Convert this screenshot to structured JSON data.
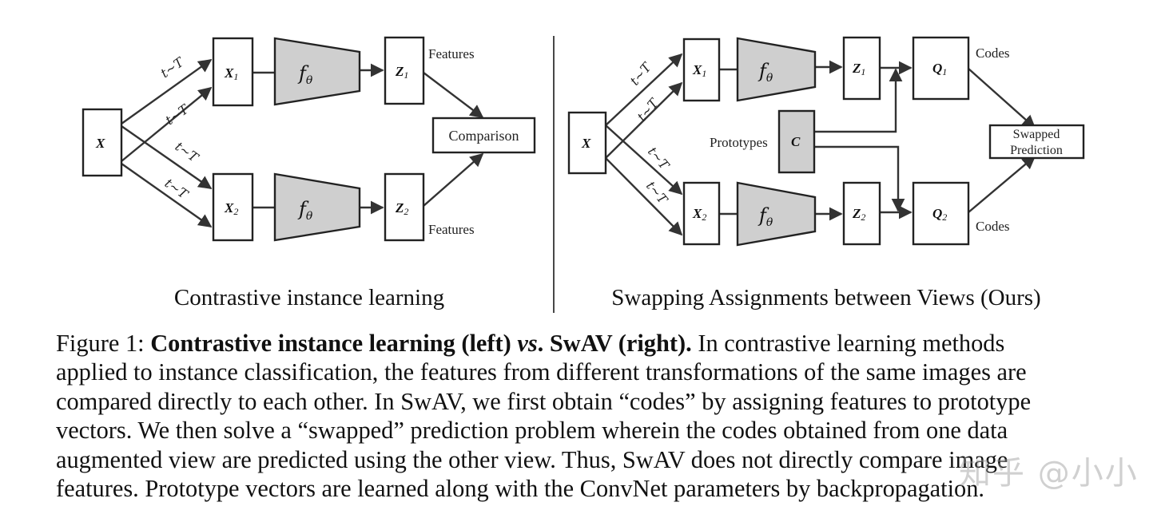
{
  "left_panel": {
    "title": "Contrastive instance learning",
    "input_label": "X",
    "view1_label": "X",
    "view1_sub": "1",
    "view2_label": "X",
    "view2_sub": "2",
    "encoder_f": "f",
    "encoder_theta": "θ",
    "z1_label": "Z",
    "z1_sub": "1",
    "z2_label": "Z",
    "z2_sub": "2",
    "features_top": "Features",
    "features_bottom": "Features",
    "comparison": "Comparison",
    "t_label": "t~T"
  },
  "right_panel": {
    "title": "Swapping Assignments between Views (Ours)",
    "input_label": "X",
    "view1_label": "X",
    "view1_sub": "1",
    "view2_label": "X",
    "view2_sub": "2",
    "encoder_f": "f",
    "encoder_theta": "θ",
    "z1_label": "Z",
    "z1_sub": "1",
    "z2_label": "Z",
    "z2_sub": "2",
    "q1_label": "Q",
    "q1_sub": "1",
    "q2_label": "Q",
    "q2_sub": "2",
    "prototypes_label": "Prototypes",
    "c_label": "C",
    "codes_top": "Codes",
    "codes_bottom": "Codes",
    "swapped_line1": "Swapped",
    "swapped_line2": "Prediction",
    "t_label": "t~T"
  },
  "caption": {
    "figure_label": "Figure 1: ",
    "bold_part1": "Contrastive instance learning (left) ",
    "italic_vs": "vs",
    "bold_part2": ". SwAV (right).",
    "line1_rest": " In contrastive learning methods",
    "line2": "applied to instance classification, the features from different transformations of the same images are",
    "line3": "compared directly to each other. In SwAV, we first obtain “codes” by assigning features to prototype",
    "line4": "vectors. We then solve a “swapped” prediction problem wherein the codes obtained from one data",
    "line5": "augmented view are predicted using the other view. Thus, SwAV does not directly compare image",
    "line6": "features. Prototype vectors are learned along with the ConvNet parameters by backpropagation."
  },
  "watermark": "知乎 @小小"
}
